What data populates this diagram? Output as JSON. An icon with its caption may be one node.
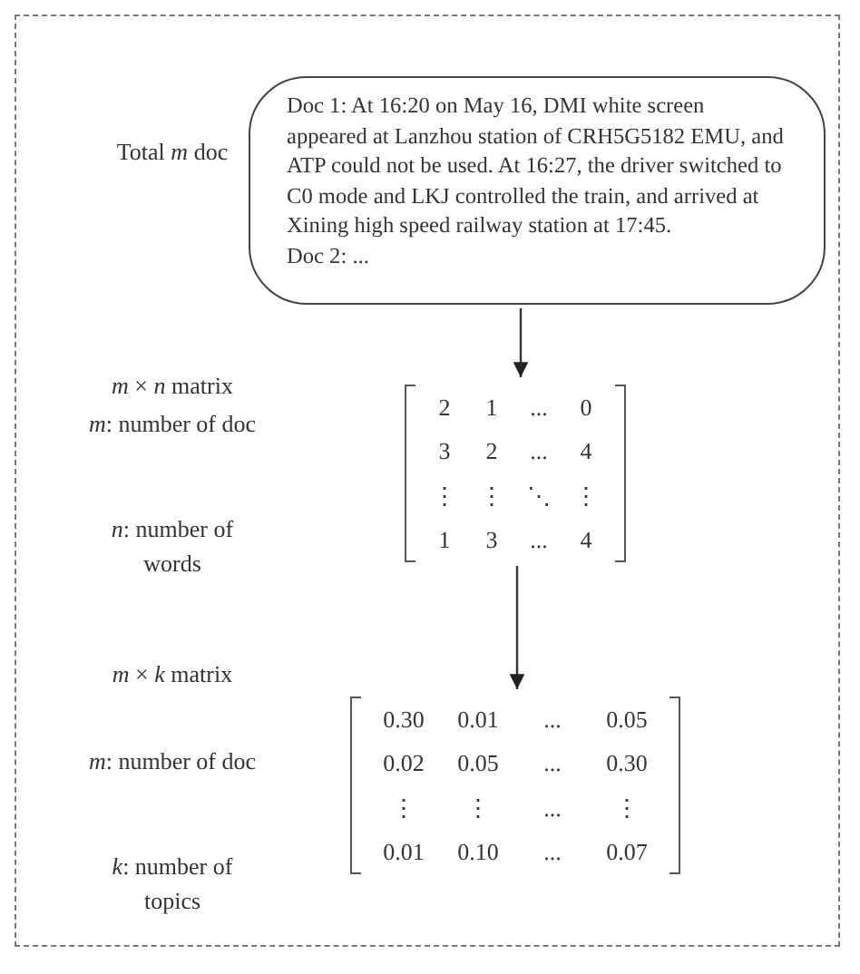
{
  "diagram": {
    "nodes": [
      {
        "text": [
          "Doc 1: At 16:20 on May 16, DMI white screen appeared at Lanzhou station of CRH5G5182 EMU, and ATP could not be used. At 16:27, the driver switched to C0 mode and LKJ controlled the train, and arrived at Xining high speed railway station at 17:45.",
          "Doc 2: ..."
        ]
      },
      {
        "text": [
          "2",
          "1",
          "...",
          "0",
          "3",
          "2",
          "...",
          "4",
          "⋮",
          "⋮",
          "⋱",
          "⋮",
          "1",
          "3",
          "...",
          "4"
        ]
      },
      {
        "text": [
          "0.30",
          "0.01",
          "...",
          "0.05",
          "0.02",
          "0.05",
          "...",
          "0.30",
          "⋮",
          "⋮",
          "...",
          "⋮",
          "0.01",
          "0.10",
          "...",
          "0.07"
        ]
      }
    ],
    "edges": [
      {
        "from": 0,
        "to": 1,
        "arrow": "to"
      },
      {
        "from": 1,
        "to": 2,
        "arrow": "to"
      }
    ],
    "labels": [
      "Total *m* doc",
      "*m* × *n* matrix",
      "*m*: number of doc",
      "*n*: number of words",
      "*m* × *k* matrix",
      "*m*: number of doc",
      "*k*: number of topics"
    ]
  }
}
